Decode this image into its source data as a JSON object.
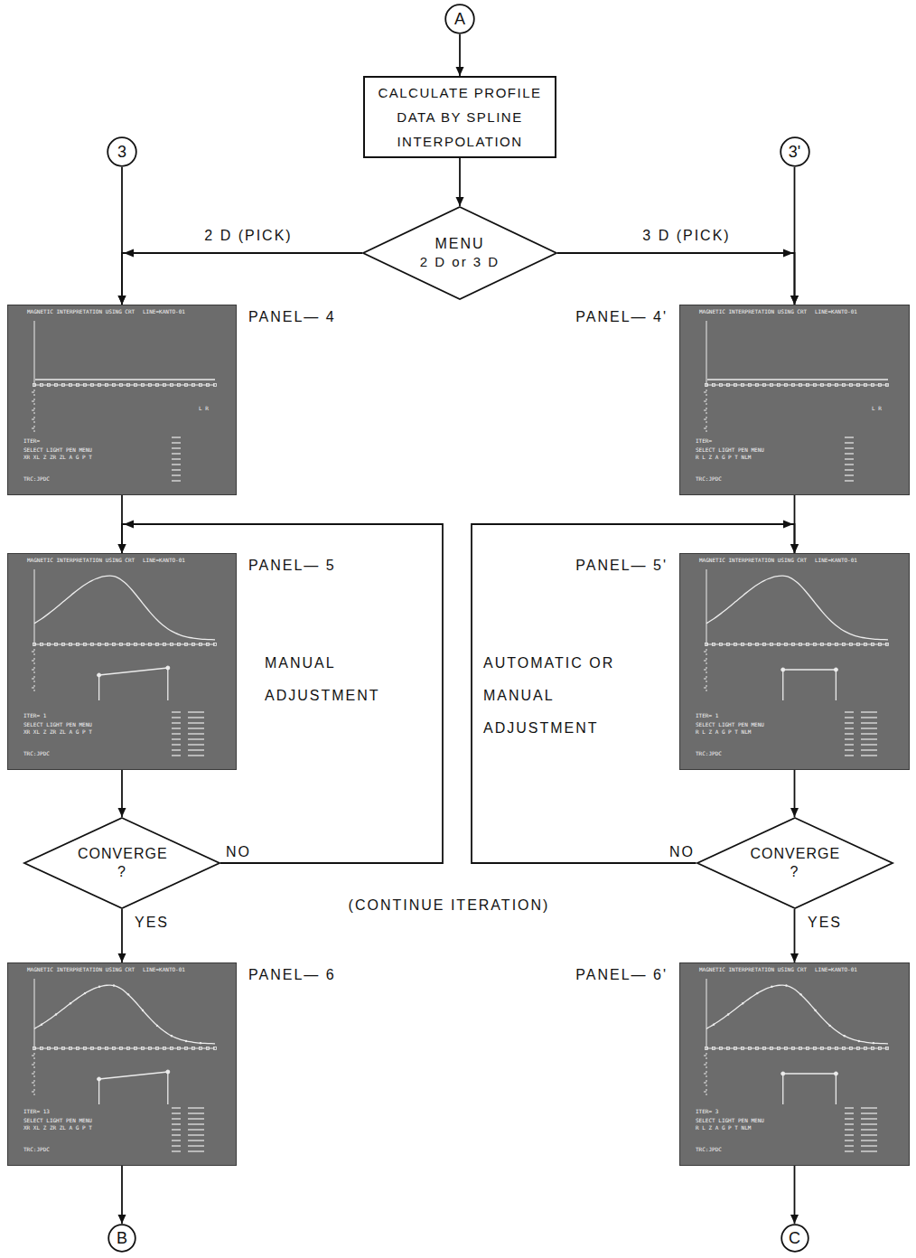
{
  "diagram": {
    "nodes": [
      {
        "text": [
          "A"
        ]
      },
      {
        "text": [
          "CALCULATE PROFILE DATA BY SPLINE INTERPOLATION"
        ]
      },
      {
        "text": [
          "3"
        ]
      },
      {
        "text": [
          "MENU",
          "2 D or 3 D"
        ]
      },
      {
        "text": [
          "3'"
        ]
      },
      {
        "text": [
          "PANEL— 4",
          "MAGNETIC INTERPRETATION USING CRT",
          "LINE=KANTO-01",
          "L R",
          "ITER=",
          "SELECT LIGHT PEN MENU",
          "XR XL Z ZR ZL A G P T",
          "TRC:JPDC"
        ]
      },
      {
        "text": [
          "PANEL— 4'",
          "MAGNETIC INTERPRETATION USING CRT",
          "LINE=KANTO-01",
          "L R",
          "ITER=",
          "SELECT LIGHT PEN MENU",
          "R L Z A G P T NLM",
          "TRC:JPDC"
        ]
      },
      {
        "text": [
          "PANEL— 5",
          "MAGNETIC INTERPRETATION USING CRT",
          "LINE=KANTO-01",
          "ITER= 1",
          "SELECT LIGHT PEN MENU",
          "XR XL Z ZR ZL A G P T",
          "TRC:JPDC"
        ]
      },
      {
        "text": [
          "PANEL— 5'",
          "MAGNETIC INTERPRETATION USING CRT",
          "LINE=KANTO-01",
          "ITER= 1",
          "SELECT LIGHT PEN MENU",
          "R L Z A G P T NLM",
          "TRC:JPDC"
        ]
      },
      {
        "text": [
          "CONVERGE ?"
        ]
      },
      {
        "text": [
          "CONVERGE ?"
        ]
      },
      {
        "text": [
          "PANEL— 6",
          "MAGNETIC INTERPRETATION USING CRT",
          "LINE=KANTO-01",
          "ITER= 13",
          "SELECT LIGHT PEN MENU",
          "XR XL Z ZR ZL A G P T",
          "TRC:JPDC"
        ]
      },
      {
        "text": [
          "PANEL— 6'",
          "MAGNETIC INTERPRETATION USING CRT",
          "LINE=KANTO-01",
          "ITER= 3",
          "SELECT LIGHT PEN MENU",
          "R L Z A G P T NLM",
          "TRC:JPDC"
        ]
      },
      {
        "text": [
          "B"
        ]
      },
      {
        "text": [
          "C"
        ]
      }
    ],
    "edges": [
      {
        "from": 0,
        "to": 1,
        "arrow": "to"
      },
      {
        "from": 1,
        "to": 3,
        "arrow": "to"
      },
      {
        "from": 3,
        "to": 5,
        "label": "2 D (PICK)",
        "arrow": "to"
      },
      {
        "from": 2,
        "to": 5,
        "arrow": "to"
      },
      {
        "from": 3,
        "to": 6,
        "label": "3 D (PICK)",
        "arrow": "to"
      },
      {
        "from": 4,
        "to": 6,
        "arrow": "to"
      },
      {
        "from": 5,
        "to": 7,
        "arrow": "to"
      },
      {
        "from": 6,
        "to": 8,
        "arrow": "to"
      },
      {
        "from": 7,
        "to": 9,
        "arrow": "to"
      },
      {
        "from": 8,
        "to": 10,
        "arrow": "to"
      },
      {
        "from": 9,
        "to": 7,
        "label": "NO",
        "arrow": "to"
      },
      {
        "from": 10,
        "to": 8,
        "label": "NO",
        "arrow": "to"
      },
      {
        "from": 9,
        "to": 11,
        "label": "YES",
        "arrow": "to"
      },
      {
        "from": 10,
        "to": 12,
        "label": "YES",
        "arrow": "to"
      },
      {
        "from": 11,
        "to": 13,
        "arrow": "to"
      },
      {
        "from": 12,
        "to": 14,
        "arrow": "to"
      }
    ],
    "labels": [
      "MANUAL ADJUSTMENT",
      "AUTOMATIC OR MANUAL ADJUSTMENT",
      "(CONTINUE ITERATION)"
    ]
  }
}
